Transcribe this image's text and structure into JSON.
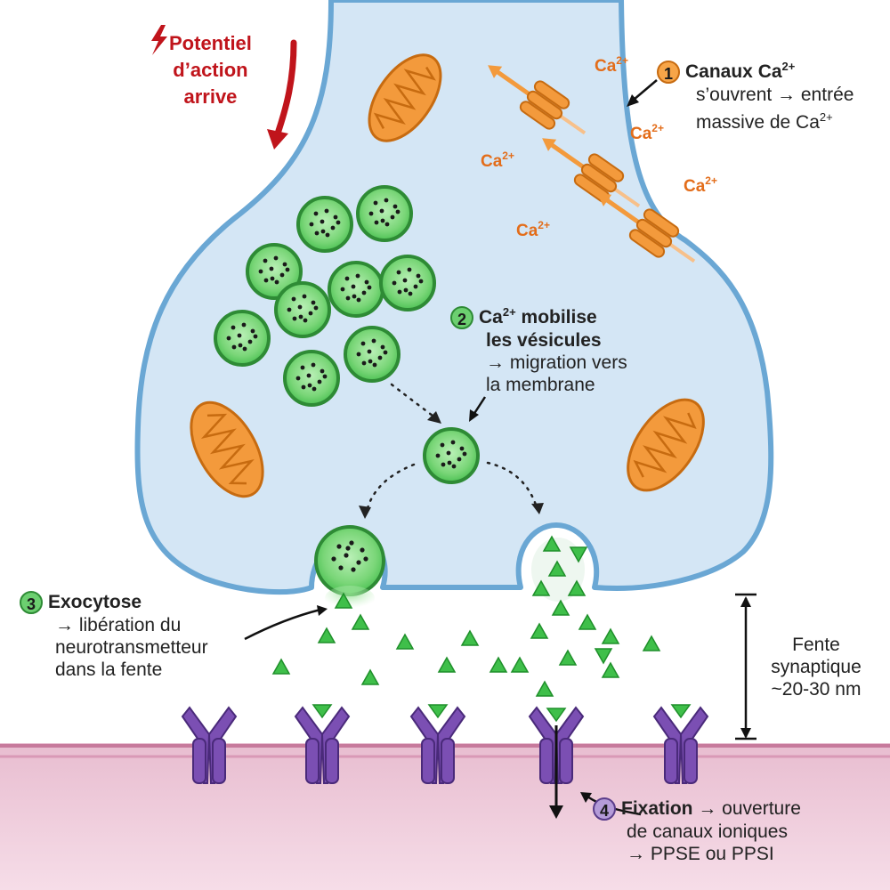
{
  "action_potential": {
    "line1": "Potentiel",
    "line2": "d’action",
    "line3": "arrive"
  },
  "ion_label": "Ca",
  "ion_charge": "2+",
  "step1": {
    "number": "1",
    "title": "Canaux Ca",
    "title_sup": "2+",
    "line2": "s’ouvrent → entrée",
    "line3": "massive de Ca",
    "line3_sup": "2+"
  },
  "step2": {
    "number": "2",
    "title": "Ca",
    "title_sup": "2+",
    "title_rest": " mobilise",
    "line2": "les vésicules",
    "line3": "→ migration vers",
    "line4": "la membrane"
  },
  "step3": {
    "number": "3",
    "title": "Exocytose",
    "line2": "→ libération du",
    "line3": "neurotransmetteur",
    "line4": "dans la fente"
  },
  "cleft": {
    "line1": "Fente",
    "line2": "synaptique",
    "line3": "~20-30 nm"
  },
  "step4": {
    "number": "4",
    "title": "Fixation",
    "title_rest": " → ouverture",
    "line2": "de canaux ioniques",
    "line3": "→ PPSE ou PPSI"
  },
  "colors": {
    "cytoplasm": "#d4e6f5",
    "membrane": "#6aa7d4",
    "vesicle": "#4ec255",
    "mitochondria": "#f39a3c",
    "postsynaptic": "#ecc6d6",
    "receptor": "#7b4fb3",
    "neurotransmitter": "#3fbf4a",
    "ap_arrow": "#c0141b"
  }
}
